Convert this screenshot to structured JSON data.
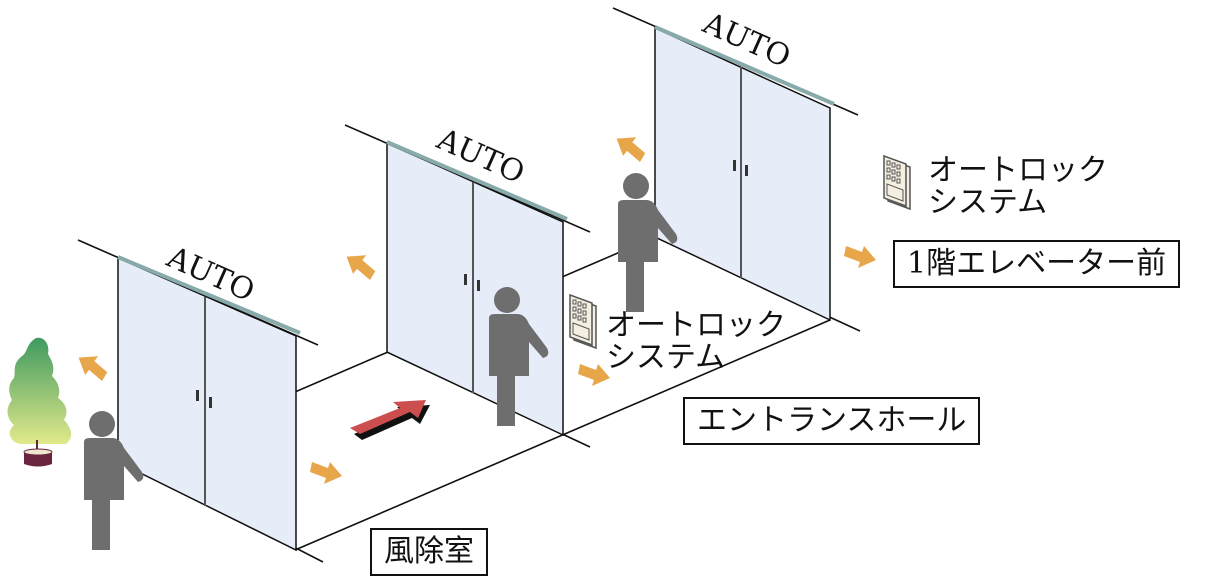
{
  "doors": [
    {
      "label": "AUTO"
    },
    {
      "label": "AUTO"
    },
    {
      "label": "AUTO"
    }
  ],
  "autolock": [
    {
      "line1": "オートロック",
      "line2": "システム"
    },
    {
      "line1": "オートロック",
      "line2": "システム"
    }
  ],
  "areas": {
    "windbreak": "風除室",
    "entrance_hall": "エントランスホール",
    "elevator": "1階エレベーター前"
  },
  "colors": {
    "glass": "#e6edf8",
    "arrow": "#e8a64a",
    "person": "#6e6e6e",
    "direction_arrow": "#cc4e4e"
  }
}
